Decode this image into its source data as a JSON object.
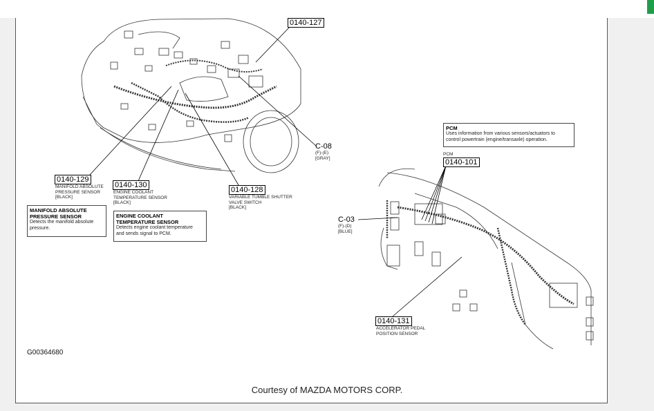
{
  "connectors": {
    "c127": {
      "code": "0140-127"
    },
    "c129": {
      "code": "0140-129",
      "desc": "MANIFOLD ABSOLUTE\nPRESSURE SENSOR\n[BLACK]"
    },
    "c130": {
      "code": "0140-130",
      "desc": "ENGINE COOLANT\nTEMPERATURE SENSOR\n[BLACK]"
    },
    "c128": {
      "code": "0140-128",
      "desc": "VARIABLE TUMBLE SHUTTER\nVALVE SWITCH\n[BLACK]"
    },
    "c101": {
      "code": "0140-101",
      "label": "PCM"
    },
    "c131": {
      "code": "0140-131",
      "desc": "ACCELERATOR PEDAL\nPOSITION SENSOR"
    }
  },
  "refs": {
    "c08": {
      "code": "C-08",
      "desc": "(F)-(E)\n[GRAY]"
    },
    "c03": {
      "code": "C-03",
      "desc": "(F)-(D)\n[BLUE]"
    }
  },
  "callouts": {
    "map": {
      "title": "MANIFOLD ABSOLUTE\nPRESSURE SENSOR",
      "text": "Detects the manifold absolute\npressure."
    },
    "ect": {
      "title": "ENGINE COOLANT\nTEMPERATURE SENSOR",
      "text": "Detects engine coolant temperature\nand sends signal to PCM."
    },
    "pcm": {
      "title": "PCM",
      "text": "Uses information from various sensors/actuators to\ncontrol powertrain (engine/transaxle) operation."
    }
  },
  "figure_id": "G00364680",
  "courtesy": "Courtesy of MAZDA MOTORS CORP."
}
